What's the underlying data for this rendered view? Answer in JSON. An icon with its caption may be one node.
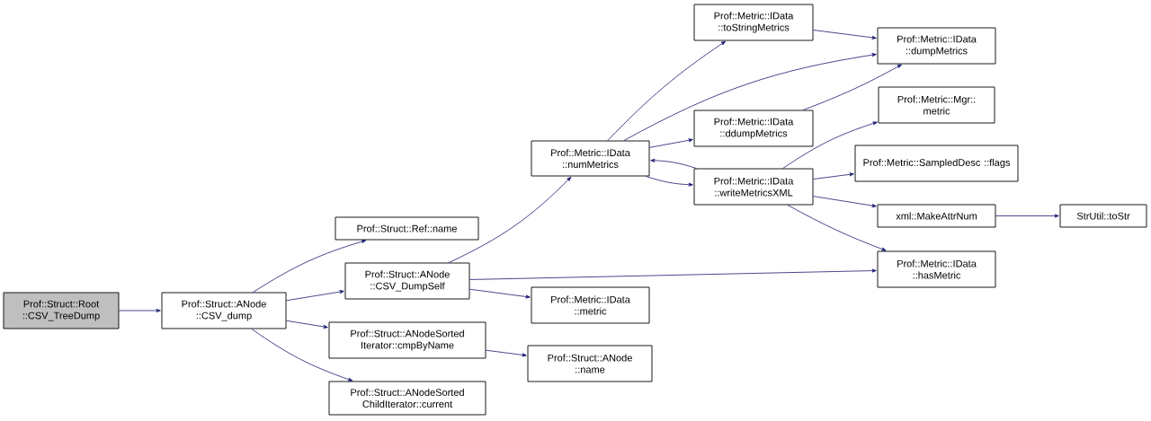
{
  "diagram": {
    "nodes": [
      {
        "text": [
          "Prof::Struct::Root ::CSV_TreeDump"
        ]
      },
      {
        "text": [
          "Prof::Struct::ANode ::CSV_dump"
        ]
      },
      {
        "text": [
          "Prof::Struct::Ref::name"
        ]
      },
      {
        "text": [
          "Prof::Struct::ANode ::CSV_DumpSelf"
        ]
      },
      {
        "text": [
          "Prof::Struct::ANodeSorted Iterator::cmpByName"
        ]
      },
      {
        "text": [
          "Prof::Struct::ANodeSorted ChildIterator::current"
        ]
      },
      {
        "text": [
          "Prof::Metric::IData ::numMetrics"
        ]
      },
      {
        "text": [
          "Prof::Metric::IData ::toStringMetrics"
        ]
      },
      {
        "text": [
          "Prof::Metric::IData ::ddumpMetrics"
        ]
      },
      {
        "text": [
          "Prof::Metric::IData ::writeMetricsXML"
        ]
      },
      {
        "text": [
          "Prof::Metric::IData ::dumpMetrics"
        ]
      },
      {
        "text": [
          "Prof::Metric::Mgr:: metric"
        ]
      },
      {
        "text": [
          "Prof::Metric::SampledDesc ::flags"
        ]
      },
      {
        "text": [
          "xml::MakeAttrNum"
        ]
      },
      {
        "text": [
          "StrUtil::toStr"
        ]
      },
      {
        "text": [
          "Prof::Metric::IData ::hasMetric"
        ]
      },
      {
        "text": [
          "Prof::Metric::IData ::metric"
        ]
      },
      {
        "text": [
          "Prof::Struct::ANode ::name"
        ]
      }
    ],
    "edges": [
      {
        "from": 0,
        "to": 1,
        "arrow": "to"
      },
      {
        "from": 1,
        "to": 2,
        "arrow": "to"
      },
      {
        "from": 1,
        "to": 3,
        "arrow": "to"
      },
      {
        "from": 1,
        "to": 4,
        "arrow": "to"
      },
      {
        "from": 1,
        "to": 5,
        "arrow": "to"
      },
      {
        "from": 3,
        "to": 6,
        "arrow": "to"
      },
      {
        "from": 3,
        "to": 15,
        "arrow": "to"
      },
      {
        "from": 3,
        "to": 16,
        "arrow": "to"
      },
      {
        "from": 4,
        "to": 17,
        "arrow": "to"
      },
      {
        "from": 6,
        "to": 7,
        "arrow": "to"
      },
      {
        "from": 6,
        "to": 10,
        "arrow": "to"
      },
      {
        "from": 6,
        "to": 8,
        "arrow": "to"
      },
      {
        "from": 6,
        "to": 9,
        "arrow": "to"
      },
      {
        "from": 7,
        "to": 10,
        "arrow": "to"
      },
      {
        "from": 8,
        "to": 10,
        "arrow": "to"
      },
      {
        "from": 9,
        "to": 6,
        "arrow": "to"
      },
      {
        "from": 9,
        "to": 11,
        "arrow": "to"
      },
      {
        "from": 9,
        "to": 12,
        "arrow": "to"
      },
      {
        "from": 9,
        "to": 13,
        "arrow": "to"
      },
      {
        "from": 9,
        "to": 15,
        "arrow": "to"
      },
      {
        "from": 13,
        "to": 14,
        "arrow": "to"
      }
    ]
  }
}
